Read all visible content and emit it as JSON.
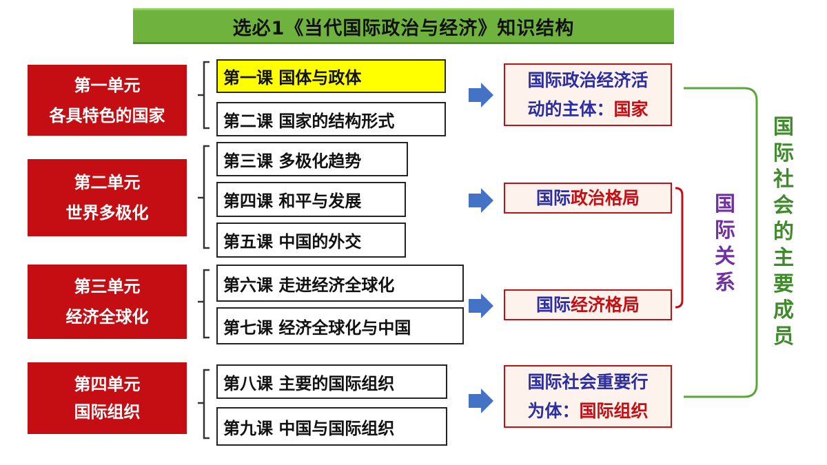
{
  "title": "选必1《当代国际政治与经济》知识结构",
  "units": [
    {
      "line1": "第一单元",
      "line2": "各具特色的国家"
    },
    {
      "line1": "第二单元",
      "line2": "世界多极化"
    },
    {
      "line1": "第三单元",
      "line2": "经济全球化"
    },
    {
      "line1": "第四单元",
      "line2": "国际组织"
    }
  ],
  "lessons": [
    "第一课  国体与政体",
    "第二课   国家的结构形式",
    "第三课  多极化趋势",
    "第四课   和平与发展",
    "第五课   中国的外交",
    "第六课  走进经济全球化",
    "第七课  经济全球化与中国",
    "第八课  主要的国际组织",
    "第九课  中国与国际组织"
  ],
  "results": {
    "r1": {
      "line1": "国际政治经济活",
      "line2a": "动的主体：",
      "line2b": "国家"
    },
    "r2": {
      "a": "国际",
      "b": "政治格局"
    },
    "r3": {
      "a": "国际",
      "b": "经济格局"
    },
    "r4": {
      "line1": "国际社会重要行",
      "line2a": "为体：",
      "line2b": "国际组织"
    }
  },
  "relations_label": [
    "国",
    "际",
    "关",
    "系"
  ],
  "members_label": [
    "国",
    "际",
    "社",
    "会",
    "的",
    "主",
    "要",
    "成",
    "员"
  ],
  "colors": {
    "title_bg": "#6fb33e",
    "unit_bg": "#c40e13",
    "highlight": "#ffff00",
    "arrow": "#4472c4",
    "result_text_blue": "#2b2ea0",
    "result_text_red": "#c40e13",
    "relations_purple": "#7030a0",
    "members_green": "#3f8a2a"
  }
}
